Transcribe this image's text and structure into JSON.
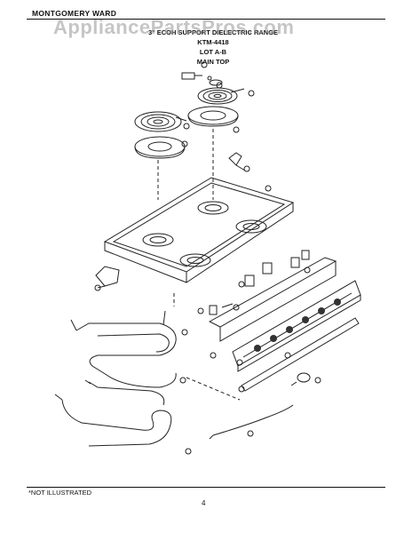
{
  "header": {
    "brand": "MONTGOMERY WARD",
    "watermark": "AppliancePartsPros.com",
    "title_line_1": "3\" ECOH SUPPORT DIELECTRIC RANGE",
    "model": "KTM-4418",
    "lot": "LOT A-B",
    "section": "MAIN TOP"
  },
  "footer": {
    "footnote": "*NOT ILLUSTRATED",
    "page_number": "4"
  }
}
